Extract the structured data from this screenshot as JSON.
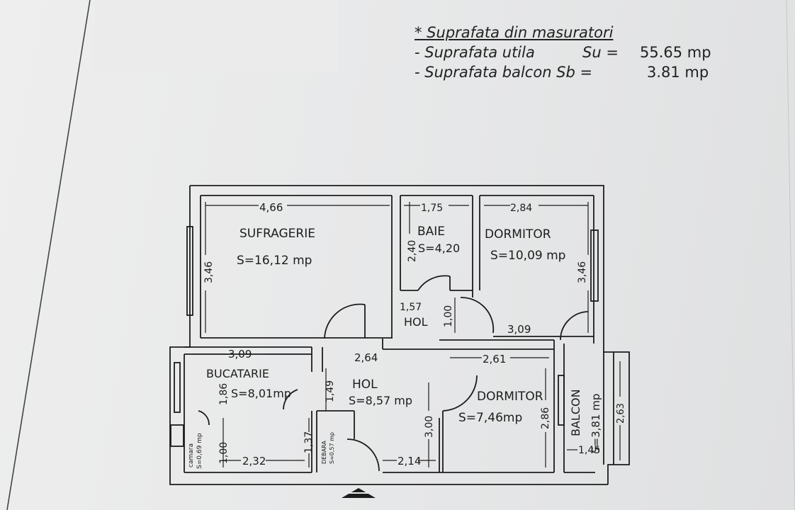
{
  "header": {
    "title": "* Suprafata din masuratori",
    "useful_label": "- Suprafata utila",
    "useful_symbol": "Su =",
    "useful_value": "55.65 mp",
    "balcony_label": "- Suprafata balcon Sb =",
    "balcony_value": "3.81 mp"
  },
  "rooms": {
    "sufragerie": {
      "name": "SUFRAGERIE",
      "area": "S=16,12 mp",
      "width": "4,66",
      "height": "3,46"
    },
    "baie": {
      "name": "BAIE",
      "area": "S=4,20",
      "width": "1,75",
      "height": "2,40"
    },
    "dormitor1": {
      "name": "DORMITOR",
      "area": "S=10,09 mp",
      "width": "2,84",
      "height": "3,46",
      "bottom": "3,09"
    },
    "hol_small": {
      "name": "HOL",
      "width": "1,57",
      "height": "1,00"
    },
    "bucatarie": {
      "name": "BUCATARIE",
      "area": "S=8,01mp",
      "width": "3,09",
      "height": "1,86",
      "bottom": "2,32"
    },
    "hol": {
      "name": "HOL",
      "area": "S=8,57 mp",
      "width": "2,64",
      "height": "1,49",
      "height2": "3,00",
      "bottom": "2,14"
    },
    "dormitor2": {
      "name": "DORMITOR",
      "area": "S=7,46mp",
      "width": "2,61",
      "height": "2,86"
    },
    "balcon": {
      "name": "BALCON",
      "area": "S=3,81 mp",
      "height": "2,63",
      "width": "1,45"
    },
    "camara": {
      "name": "camara",
      "area": "S=0,69 mp",
      "height": "1,00"
    },
    "debara": {
      "name": "DEBARA",
      "area": "S=0,57 mp",
      "height": "1,37"
    }
  }
}
